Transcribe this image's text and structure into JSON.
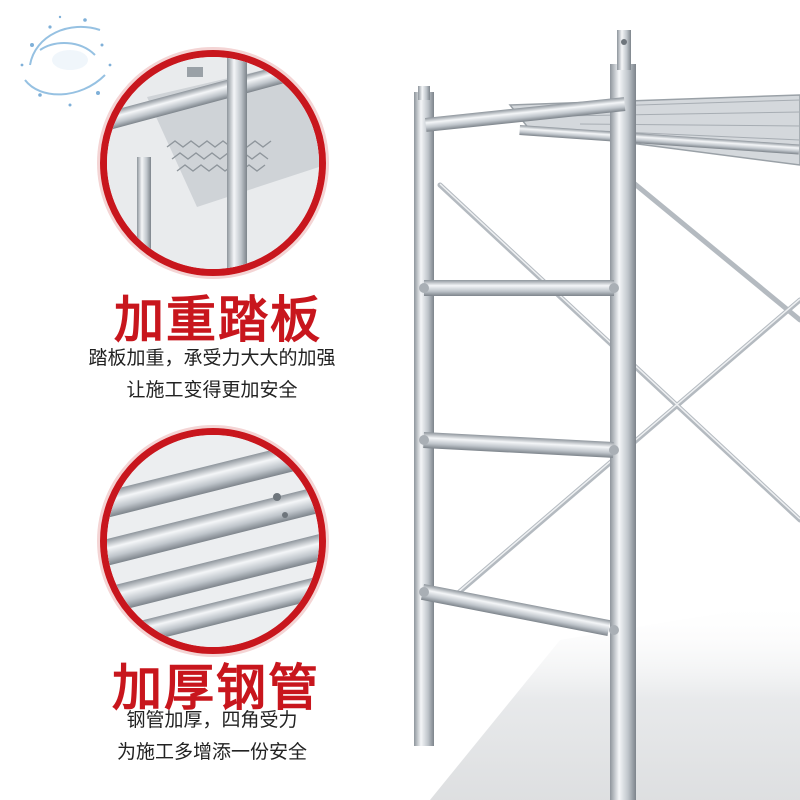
{
  "features": [
    {
      "title": "加重踏板",
      "lines": [
        "踏板加重，承受力大大的加强",
        "让施工变得更加安全"
      ]
    },
    {
      "title": "加厚钢管",
      "lines": [
        "钢管加厚，四角受力",
        "为施工多增添一份安全"
      ]
    }
  ],
  "colors": {
    "accent": "#c8161d",
    "steel": "#c9ced3",
    "text": "#222222"
  }
}
